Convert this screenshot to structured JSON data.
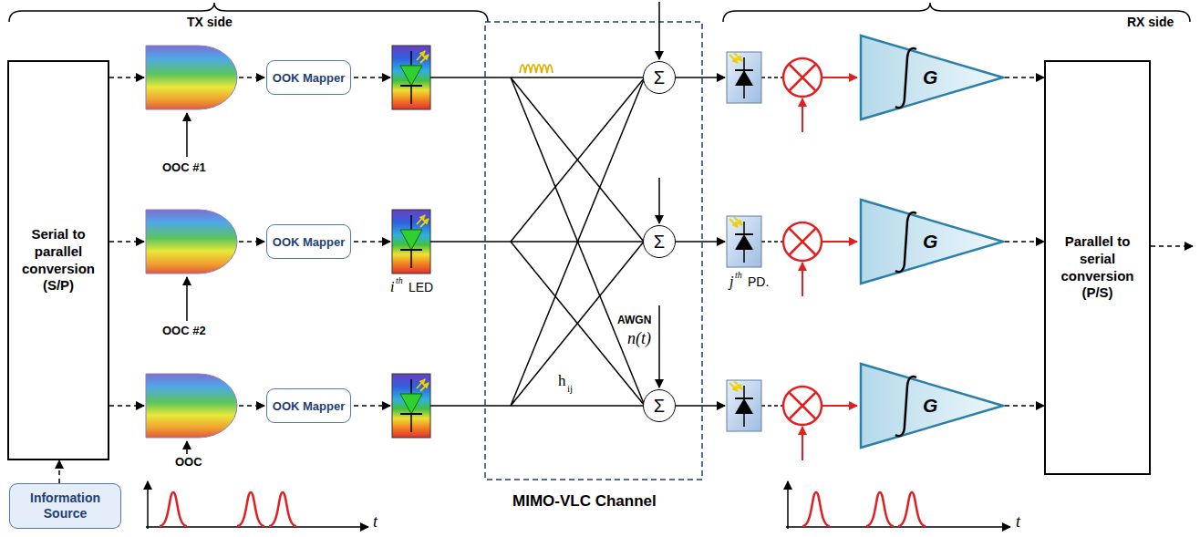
{
  "diagram": {
    "nodes": [
      {
        "text": [
          "Serial to parallel conversion (S/P)"
        ]
      },
      {
        "text": [
          "Information Source"
        ]
      },
      {
        "text": [
          "OOK Mapper"
        ]
      },
      {
        "text": [
          "OOK Mapper"
        ]
      },
      {
        "text": [
          "OOK Mapper"
        ]
      },
      {
        "text": [
          "Σ"
        ]
      },
      {
        "text": [
          "Σ"
        ]
      },
      {
        "text": [
          "Σ"
        ]
      },
      {
        "text": [
          "G"
        ]
      },
      {
        "text": [
          "G"
        ]
      },
      {
        "text": [
          "G"
        ]
      },
      {
        "text": [
          "Parallel to serial conversion (P/S)"
        ]
      }
    ],
    "edges": [
      {
        "from": 1,
        "to": 0,
        "arrow": "to"
      },
      {
        "from": 8,
        "to": 11,
        "arrow": "to"
      },
      {
        "from": 9,
        "to": 11,
        "arrow": "to"
      },
      {
        "from": 10,
        "to": 11,
        "arrow": "to"
      }
    ],
    "labels": [
      "TX side",
      "RX side",
      "OOC #1",
      "OOC #2",
      "OOC",
      "i",
      "th",
      "LED",
      "j",
      "th",
      "PD.",
      "AWGN",
      "n(t)",
      "h",
      "ij",
      "MIMO-VLC Channel",
      "t",
      "t"
    ]
  }
}
